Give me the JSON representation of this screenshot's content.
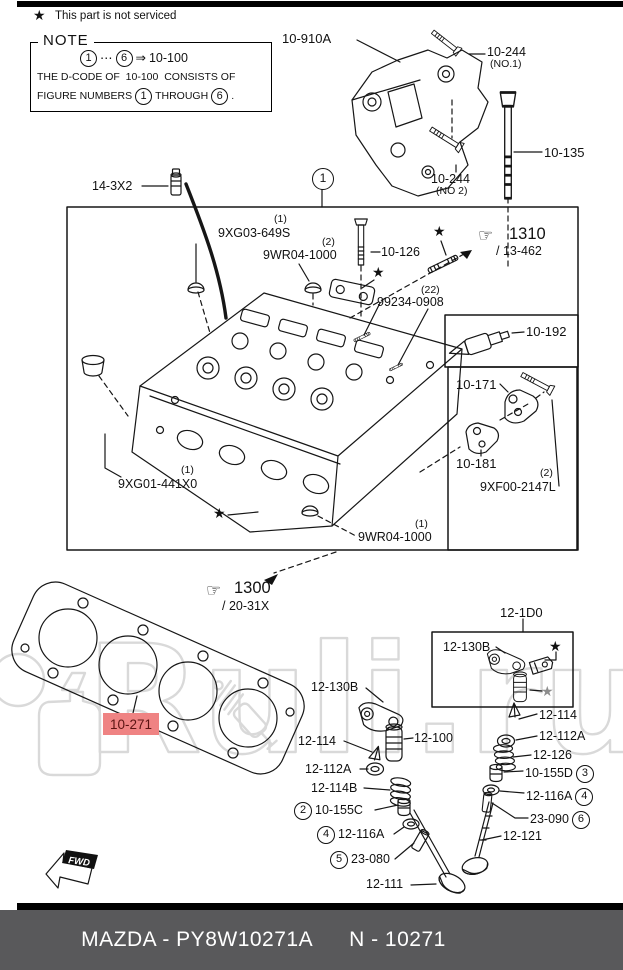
{
  "legend": {
    "text": "This part is not serviced"
  },
  "symbols": {
    "star": "★",
    "hand": "☞"
  },
  "note": {
    "title": "NOTE",
    "num_from": "1",
    "dots": "⋯",
    "num_to": "6",
    "arrow": "⇒",
    "code": "10-100",
    "line2": "THE D-CODE OF  10-100  CONSISTS OF",
    "line3_a": "FIGURE NUMBERS",
    "line3_b": "THROUGH",
    "period": "."
  },
  "callout_1": "1",
  "parts": {
    "mount": "10-910A",
    "bolt_no1": {
      "id": "10-244",
      "note": "(NO.1)"
    },
    "bolt_135": "10-135",
    "bolt_no2": {
      "id": "10-244",
      "note": "(NO 2)"
    },
    "pin": "14-3X2",
    "cap_649s": {
      "qty": "(1)",
      "id": "9XG03-649S"
    },
    "plug_top": {
      "qty": "(2)",
      "id": "9WR04-1000"
    },
    "bolt_126": "10-126",
    "stud": {
      "qty": "(22)",
      "id": "99234-0908"
    },
    "sensor": "10-192",
    "bracket_upper": "10-171",
    "bracket_lower": "10-181",
    "bolt_2147": {
      "qty": "(2)",
      "id": "9XF00-2147L"
    },
    "plug_left": {
      "qty": "(1)",
      "id": "9XG01-441X0"
    },
    "plug_bottom": {
      "qty": "(1)",
      "id": "9WR04-1000"
    },
    "gasket": "10-271",
    "valve_group": "12-1D0",
    "rocker_box": "12-130B",
    "rocker_left": "12-130B",
    "adjuster": "12-100",
    "left": {
      "keeper": "12-114",
      "retainer": "12-112A",
      "spring": "12-114B",
      "seal": {
        "num": "2",
        "id": "10-155C"
      },
      "seat": {
        "num": "4",
        "id": "12-116A"
      },
      "guide": {
        "num": "5",
        "id": "23-080"
      },
      "valve": "12-111"
    },
    "right": {
      "keeper": "12-114",
      "retainer": "12-112A",
      "spring": "12-126",
      "seal": {
        "id": "10-155D",
        "num": "3"
      },
      "seat": {
        "id": "12-116A",
        "num": "4"
      },
      "guide": {
        "id": "23-090",
        "num": "6"
      },
      "valve": "12-121"
    }
  },
  "refs": {
    "r1310": {
      "num": "1310",
      "code": "/ 13-462"
    },
    "r1300": {
      "num": "1300",
      "code": "/ 20-31X"
    }
  },
  "watermark": "Ruli.ru",
  "fwd": "FWD",
  "footer": {
    "left": "MAZDA - PY8W10271A",
    "right": "N - 10271"
  }
}
